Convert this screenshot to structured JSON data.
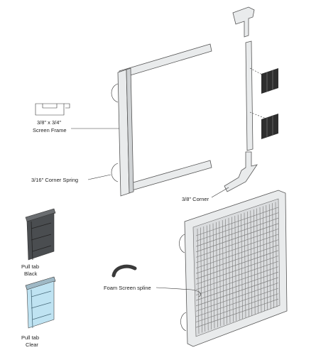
{
  "labels": {
    "screen_frame_line1": "3/8\" x 3/4\"",
    "screen_frame_line2": "Screen Frame",
    "corner_spring": "3/16\" Corner Spring",
    "corner": "3/8\" Corner",
    "pull_tab_black_line1": "Pull tab",
    "pull_tab_black_line2": "Black",
    "pull_tab_clear_line1": "Pull tab",
    "pull_tab_clear_line2": "Clear",
    "foam_spline": "Foam Screen spline"
  },
  "colors": {
    "frame": "#e9ebec",
    "outline": "#555555",
    "pull_tab_black": "#4a4d50",
    "pull_tab_clear": "#bfe3f2",
    "spline": "#3a3a3a",
    "corner_clip": "#2e2e2e"
  }
}
